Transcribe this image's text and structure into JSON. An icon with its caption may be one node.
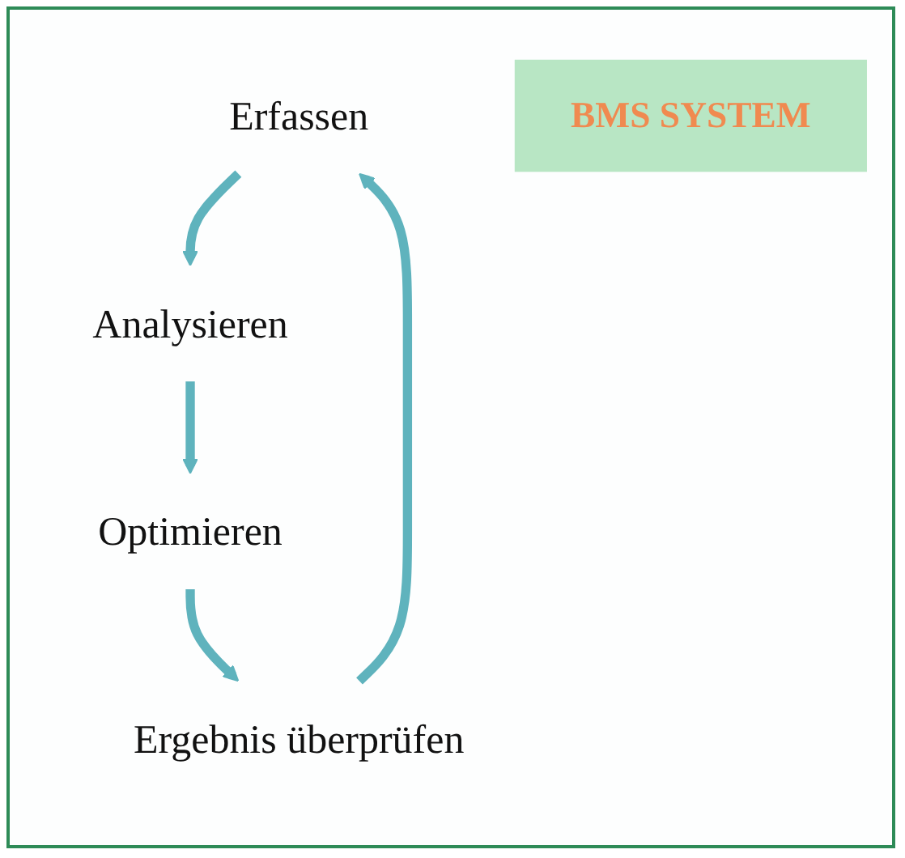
{
  "diagram": {
    "nodes": [
      {
        "text": [
          "Erfassen"
        ]
      },
      {
        "text": [
          "Analysieren"
        ]
      },
      {
        "text": [
          "Optimieren"
        ]
      },
      {
        "text": [
          "Ergebnis überprüfen"
        ]
      },
      {
        "text": [
          "BMS SYSTEM"
        ]
      }
    ],
    "edges": [
      {
        "from": 0,
        "to": 1,
        "arrow": "to"
      },
      {
        "from": 1,
        "to": 2,
        "arrow": "to"
      },
      {
        "from": 2,
        "to": 3,
        "arrow": "to"
      },
      {
        "from": 3,
        "to": 0,
        "arrow": "to"
      }
    ]
  }
}
